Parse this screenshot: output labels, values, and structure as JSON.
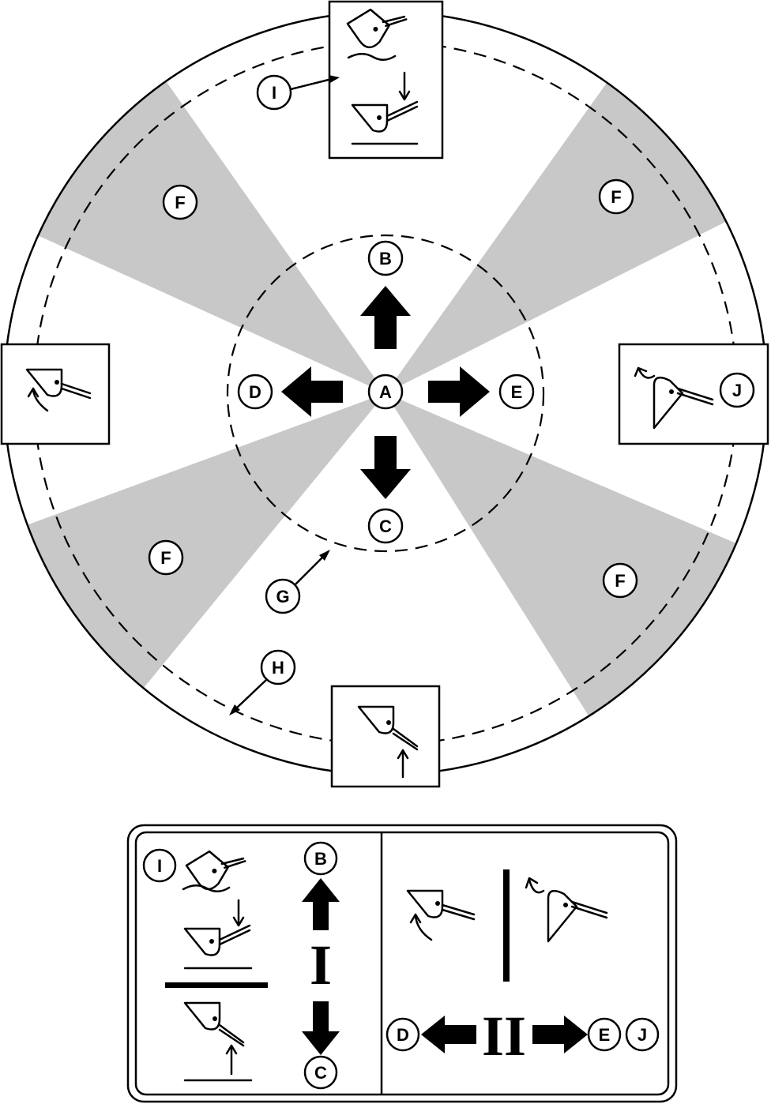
{
  "labels": {
    "A": "A",
    "B": "B",
    "C": "C",
    "D": "D",
    "E": "E",
    "F": "F",
    "G": "G",
    "H": "H",
    "I": "I",
    "J": "J"
  },
  "legend": {
    "roman_one": "I",
    "roman_two": "II"
  },
  "colors": {
    "line": "#000000",
    "shade": "#c8c8c8",
    "background": "#ffffff"
  },
  "icons": [
    "bucket-curl-icon",
    "bucket-dump-icon",
    "arrow-up-icon",
    "arrow-down-icon",
    "arrow-left-icon",
    "arrow-right-icon"
  ]
}
